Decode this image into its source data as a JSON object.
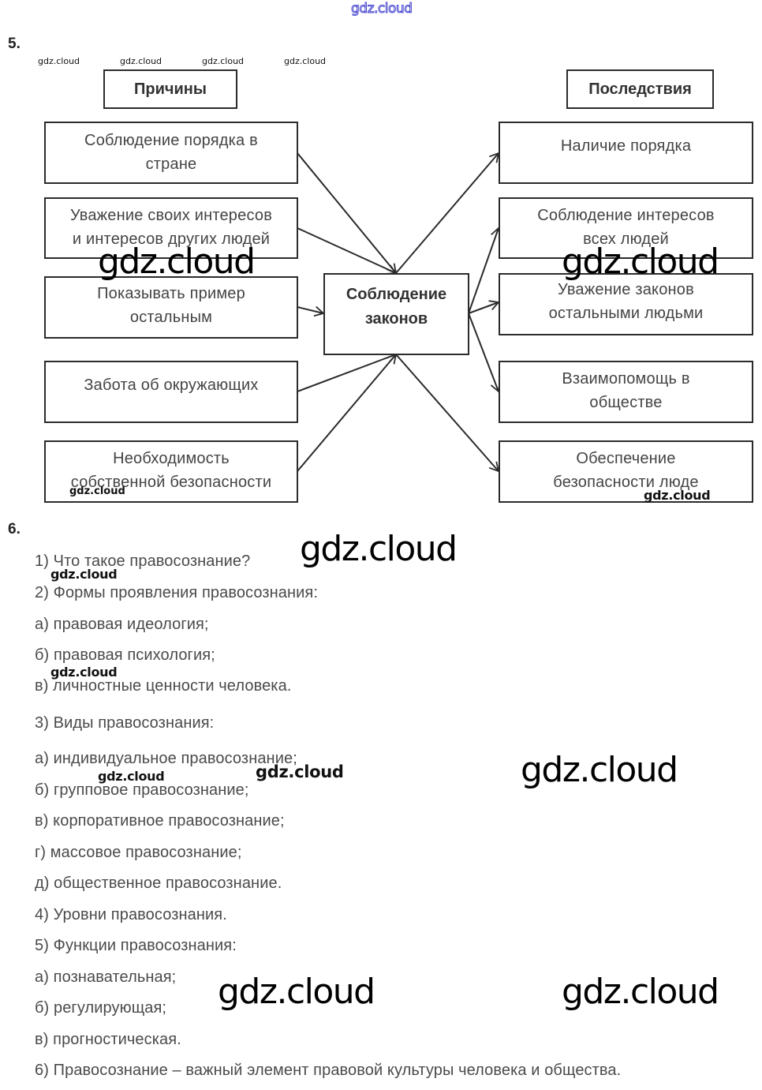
{
  "watermark": {
    "text": "gdz.cloud",
    "top_color": "#4a4ad0"
  },
  "task5": {
    "number": "5.",
    "causes_header": "Причины",
    "consequences_header": "Последствия",
    "center": {
      "line1": "Соблюдение",
      "line2": "законов"
    },
    "causes": [
      {
        "line1": "Соблюдение порядка в",
        "line2": "стране"
      },
      {
        "line1": "Уважение своих интересов",
        "line2": "и интересов других людей"
      },
      {
        "line1": "Показывать пример",
        "line2": "остальным"
      },
      {
        "line1": "Забота об окружающих",
        "line2": ""
      },
      {
        "line1": "Необходимость",
        "line2": "собственной безопасности"
      }
    ],
    "consequences": [
      {
        "line1": "Наличие порядка",
        "line2": ""
      },
      {
        "line1": "Соблюдение интересов",
        "line2": "всех людей"
      },
      {
        "line1": "Уважение законов",
        "line2": "остальными людьми"
      },
      {
        "line1": "Взаимопомощь в",
        "line2": "обществе"
      },
      {
        "line1": "Обеспечение",
        "line2": "безопасности люде"
      }
    ],
    "arrow_color": "#2b2b2b"
  },
  "task6": {
    "number": "6.",
    "lines": [
      "1) Что такое правосознание?",
      "2) Формы проявления правосознания:",
      "а) правовая идеология;",
      "б) правовая психология;",
      "в) личностные ценности человека.",
      "3) Виды правосознания:",
      "а) индивидуальное правосознание;",
      "б) групповое правосознание;",
      "в) корпоративное правосознание;",
      "г) массовое правосознание;",
      "д) общественное правосознание.",
      "4) Уровни правосознания.",
      "5) Функции правосознания:",
      "а) познавательная;",
      "б) регулирующая;",
      "в) прогностическая.",
      "6) Правосознание – важный элемент правовой культуры человека и общества."
    ]
  }
}
